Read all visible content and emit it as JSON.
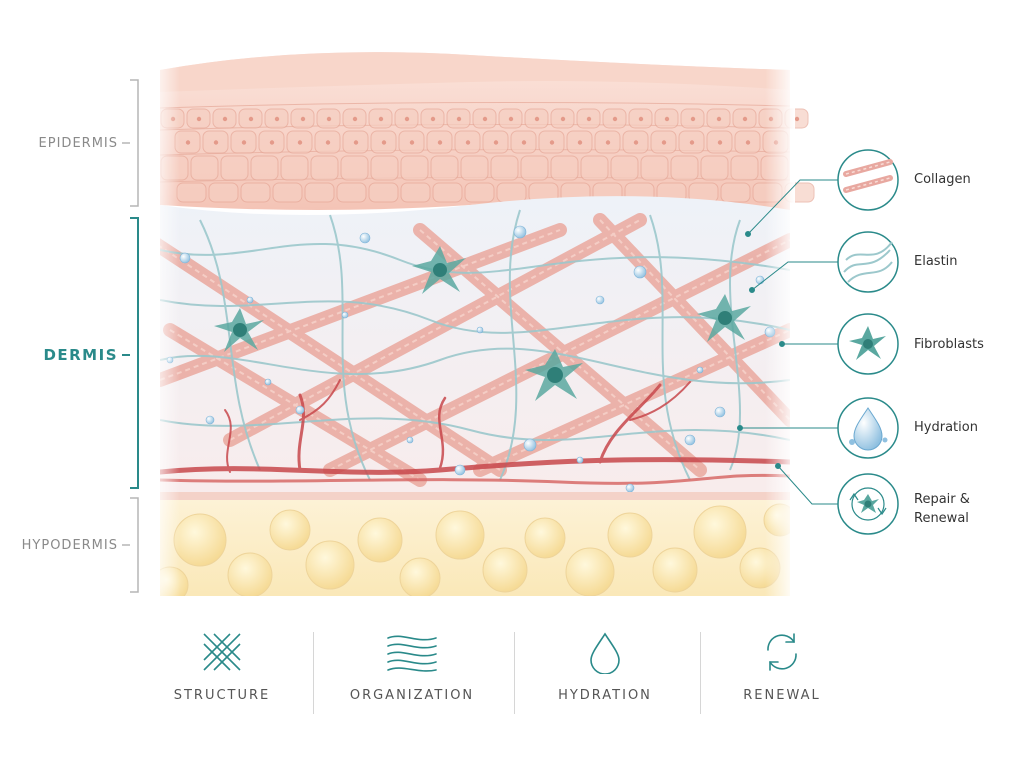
{
  "layers": {
    "epidermis": "EPIDERMIS",
    "dermis": "DERMIS",
    "hypodermis": "HYPODERMIS"
  },
  "legend": {
    "collagen": "Collagen",
    "elastin": "Elastin",
    "fibroblasts": "Fibroblasts",
    "hydration": "Hydration",
    "repair_line1": "Repair &",
    "repair_line2": "Renewal"
  },
  "bottom": {
    "structure": "STRUCTURE",
    "organization": "ORGANIZATION",
    "hydration": "HYDRATION",
    "renewal": "RENEWAL"
  },
  "colors": {
    "accent": "#2a8a8a",
    "collagen": "#e8a8a0",
    "elastin": "#9cc8cc",
    "vessel": "#c8484c",
    "fat": "#fbe6a8"
  }
}
